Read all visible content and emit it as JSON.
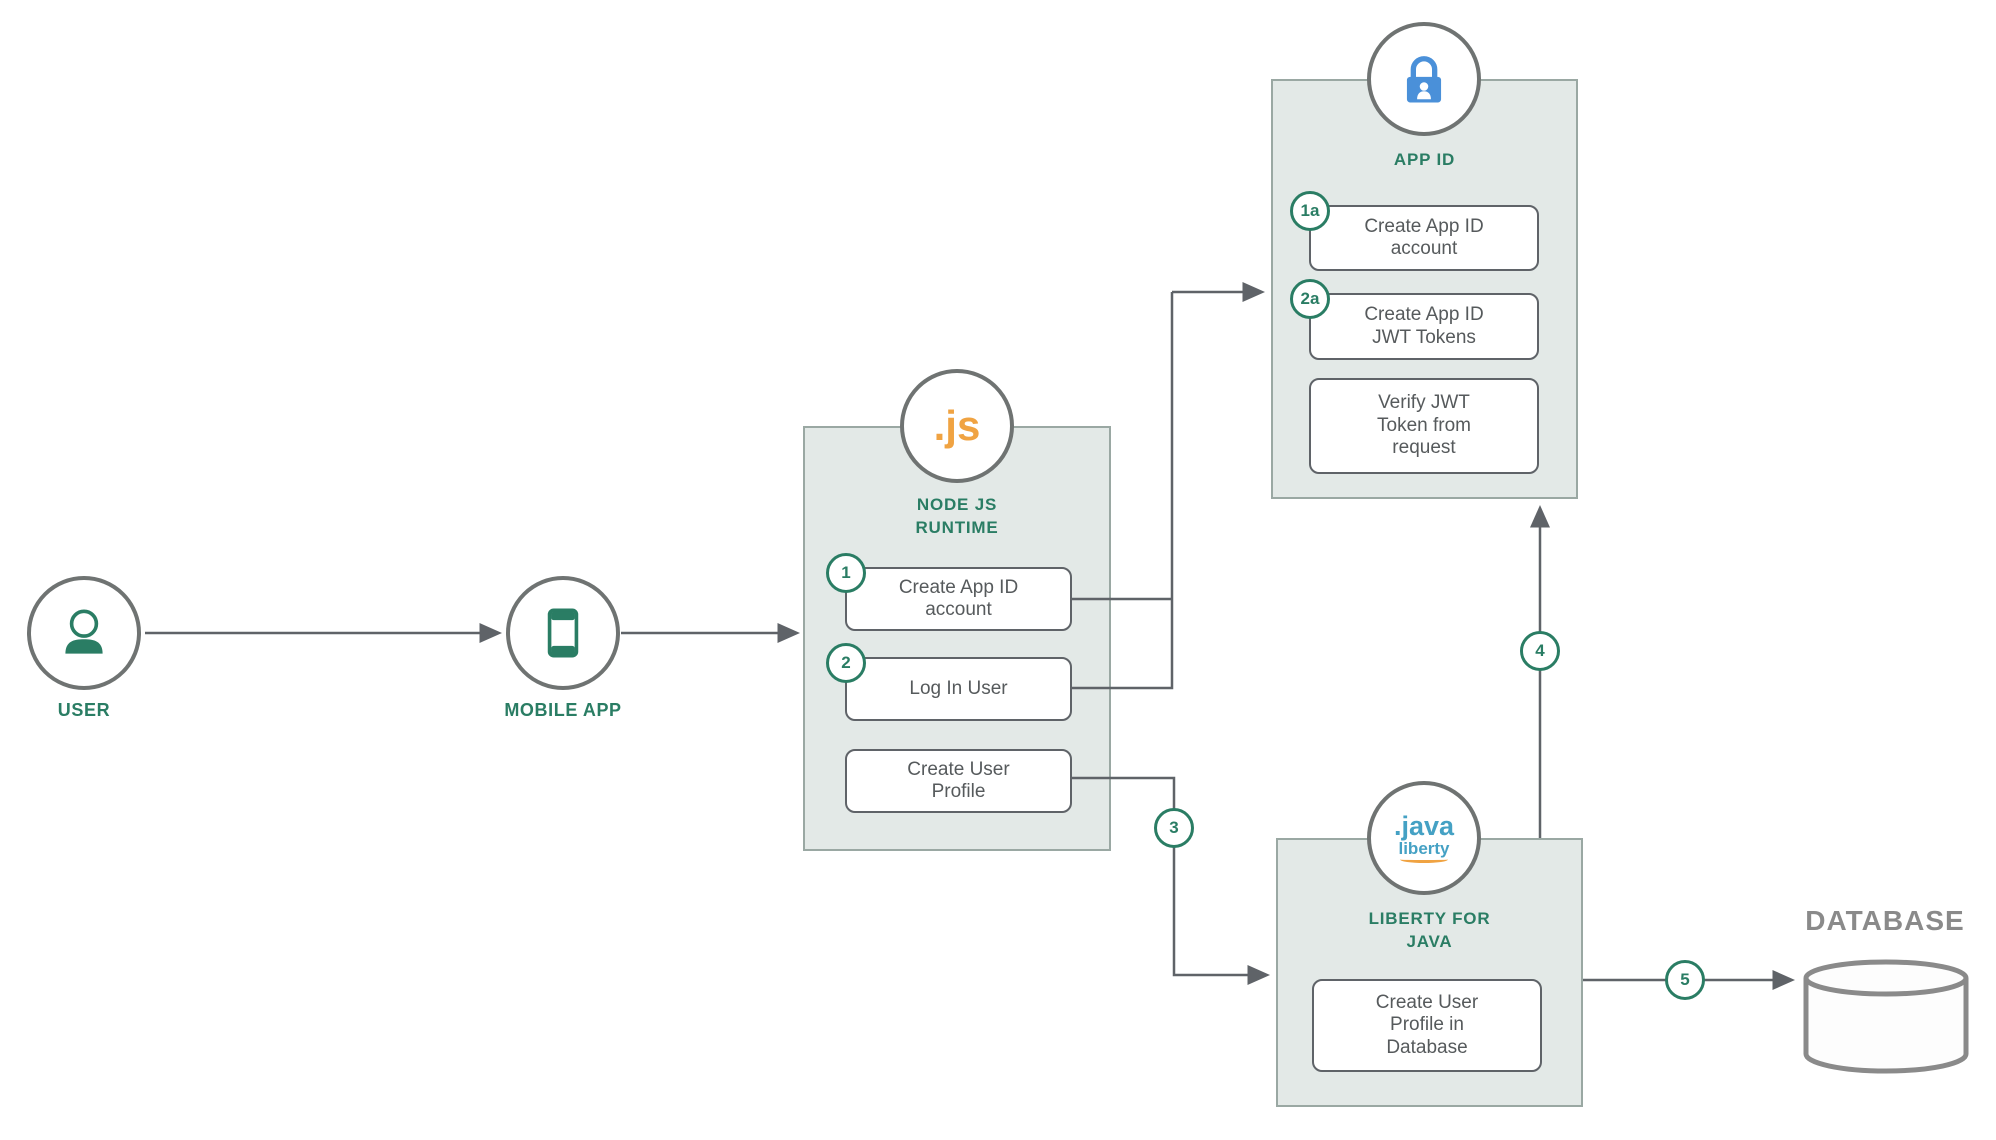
{
  "colors": {
    "accent_teal": "#2a7d64",
    "arrow_gray": "#5f6368",
    "box_fill": "#e3e9e7",
    "js_orange": "#f0a342",
    "lock_blue": "#4a90d9",
    "java_blue": "#45a1c4",
    "database_gray": "#8a8a8a"
  },
  "nodes": {
    "user": {
      "label": "USER",
      "icon": "user-icon"
    },
    "mobile_app": {
      "label": "MOBILE APP",
      "icon": "smartphone-icon"
    },
    "node_js": {
      "title": "NODE JS\nRUNTIME",
      "icon_text": ".js",
      "steps": [
        {
          "badge": "1",
          "label": "Create App ID\naccount"
        },
        {
          "badge": "2",
          "label": "Log In User"
        },
        {
          "badge": "",
          "label": "Create User\nProfile"
        }
      ]
    },
    "app_id": {
      "title": "APP ID",
      "icon": "padlock-icon",
      "steps": [
        {
          "badge": "1a",
          "label": "Create App ID\naccount"
        },
        {
          "badge": "2a",
          "label": "Create App ID\nJWT Tokens"
        },
        {
          "badge": "",
          "label": "Verify JWT\nToken from\nrequest"
        }
      ]
    },
    "liberty": {
      "title": "LIBERTY FOR\nJAVA",
      "icon_text": ".java",
      "icon_subtext": "liberty",
      "steps": [
        {
          "badge": "",
          "label": "Create User\nProfile in\nDatabase"
        }
      ]
    },
    "database": {
      "label": "DATABASE",
      "icon": "database-cylinder-icon"
    }
  },
  "connector_badges": [
    {
      "label": "3"
    },
    {
      "label": "4"
    },
    {
      "label": "5"
    }
  ]
}
